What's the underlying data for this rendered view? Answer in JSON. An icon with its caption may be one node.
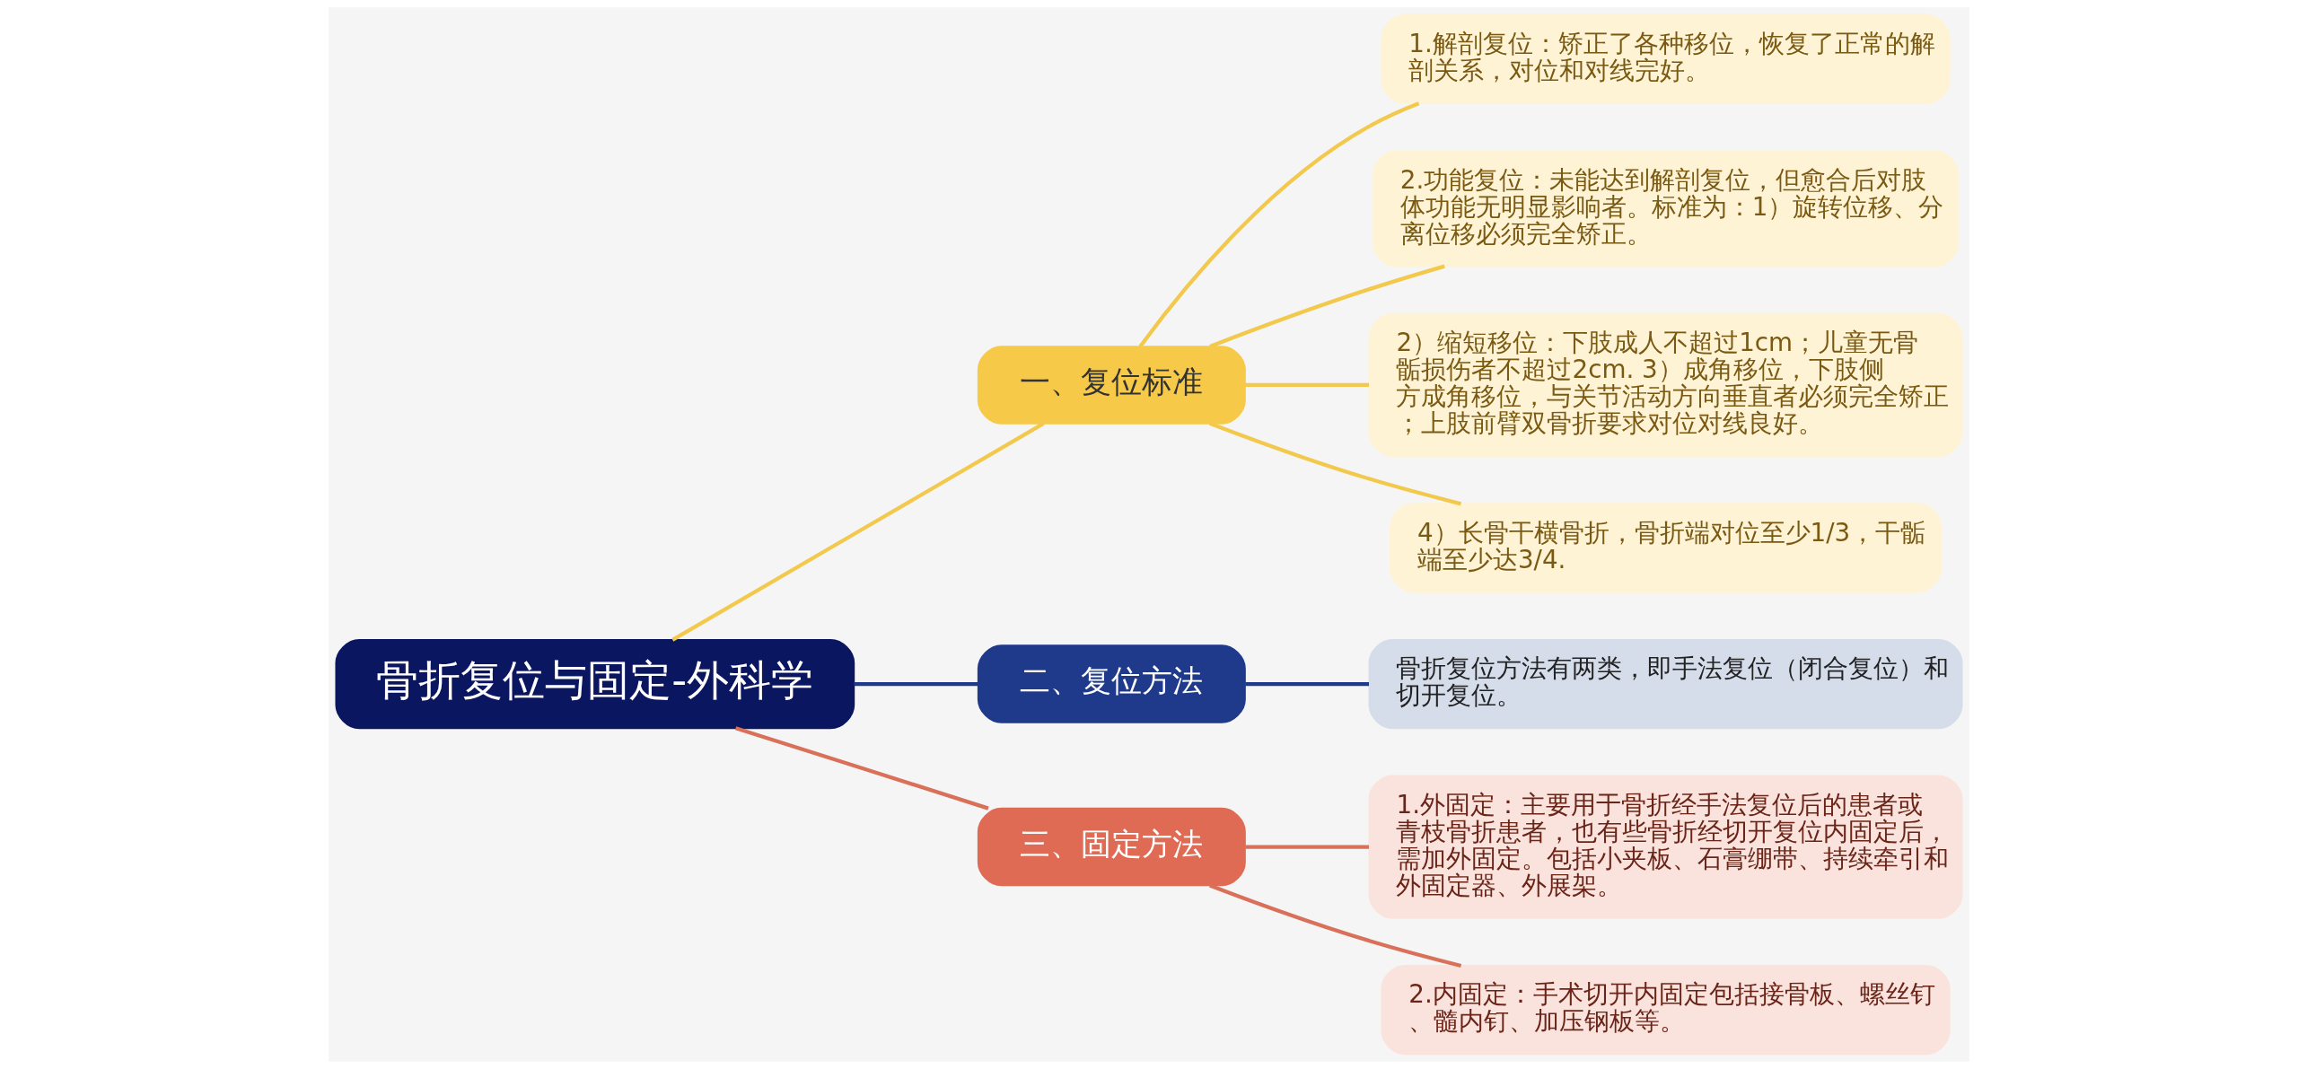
{
  "diagram": {
    "nodes": [
      {
        "text": [
          "骨折复位与固定-外科学"
        ]
      },
      {
        "text": [
          "一、复位标准"
        ]
      },
      {
        "text": [
          "1.解剖复位：矫正了各种移位，恢复了正常的解剖关系，对位和对线完好。"
        ]
      },
      {
        "text": [
          "2.功能复位：未能达到解剖复位，但愈合后对肢体功能无明显影响者。标准为：1）旋转位移、分离位移必须完全矫正。"
        ]
      },
      {
        "text": [
          "2）缩短移位：下肢成人不超过1cm；儿童无骨骺损伤者不超过2cm. 3）成角移位，下肢侧方成角移位，与关节活动方向垂直者必须完全矫正；上肢前臂双骨折要求对位对线良好。"
        ]
      },
      {
        "text": [
          "4）长骨干横骨折，骨折端对位至少1/3，干骺端至少达3/4."
        ]
      },
      {
        "text": [
          "二、复位方法"
        ]
      },
      {
        "text": [
          "骨折复位方法有两类，即手法复位（闭合复位）和切开复位。"
        ]
      },
      {
        "text": [
          "三、固定方法"
        ]
      },
      {
        "text": [
          "1.外固定：主要用于骨折经手法复位后的患者或青枝骨折患者，也有些骨折经切开复位内固定后，需加外固定。包括小夹板、石膏绷带、持续牵引和外固定器、外展架。"
        ]
      },
      {
        "text": [
          "2.内固定：手术切开内固定包括接骨板、螺丝钉、髓内钉、加压钢板等。"
        ]
      }
    ],
    "edges": [
      {
        "from": 0,
        "to": 1,
        "arrow": "none"
      },
      {
        "from": 1,
        "to": 2,
        "arrow": "none"
      },
      {
        "from": 1,
        "to": 3,
        "arrow": "none"
      },
      {
        "from": 1,
        "to": 4,
        "arrow": "none"
      },
      {
        "from": 1,
        "to": 5,
        "arrow": "none"
      },
      {
        "from": 0,
        "to": 6,
        "arrow": "none",
        "color": "#1f3a8a"
      },
      {
        "from": 6,
        "to": 7,
        "arrow": "none",
        "color": "#1f3a8a"
      },
      {
        "from": 0,
        "to": 8,
        "arrow": "none",
        "color": "#d9705a"
      },
      {
        "from": 8,
        "to": 9,
        "arrow": "none",
        "color": "#d9705a"
      },
      {
        "from": 8,
        "to": 10,
        "arrow": "none",
        "color": "#d9705a"
      }
    ]
  }
}
